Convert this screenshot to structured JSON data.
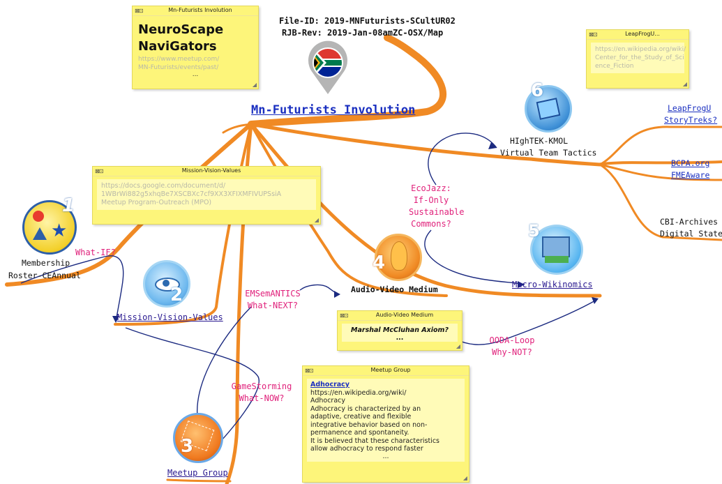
{
  "header": {
    "file_id": "File-ID:  2019-MNFuturists-SCultUR02",
    "rev": "RJB-Rev:  2019-Jan-08amZC-OSX/Map"
  },
  "central_topic": "Mn-Futurists Involution",
  "notes": {
    "neuroscape": {
      "title": "Mn-Futurists Involution",
      "heading_line1": "NeuroScape",
      "heading_line2": "NaviGators",
      "url_line1": "https://www.meetup.com/",
      "url_line2": "MN-Futurists/events/past/",
      "ellipsis": "..."
    },
    "leapfrog": {
      "title": "LeapFrogU...",
      "line1": "https://en.wikipedia.org/wiki/",
      "line2": "Center_for_the_Study_of_Sci",
      "line3": "ence_Fiction"
    },
    "mvv": {
      "title": "Mission-Vision-Values",
      "line1": "https://docs.google.com/document/d/",
      "line2": "1WBrWi882g5xhqBe7XSCBXc7cf9XX3XFIXMFIVUPSsiA",
      "line3": "Meetup Program-Outreach (MPO)"
    },
    "avm": {
      "title": "Audio-Video Medium",
      "text": "Marshal McCluhan Axiom?",
      "ellipsis": "..."
    },
    "meetup": {
      "title": "Meetup Group",
      "link": "Adhocracy",
      "lines": [
        "https://en.wikipedia.org/wiki/",
        "Adhocracy",
        "Adhocracy is characterized by an",
        "adaptive, creative and flexible",
        "integrative behavior based on non-",
        "permanence and spontaneity.",
        "It is believed that these characteristics",
        "allow adhocracy to respond faster"
      ],
      "ellipsis": "..."
    }
  },
  "topics": {
    "hightek_line1": "HIghTEK-KMOL",
    "hightek_line2": "Virtual Team Tactics",
    "leapfrog_line1": "LeapFrogU",
    "leapfrog_line2": "StoryTreks?",
    "bcpa_line1": "BCPA.org",
    "bcpa_line2": "FMEAware",
    "cbi_line1": "CBI-Archives",
    "cbi_line2": "Digital State",
    "macro": "Macro-Wikinomics",
    "avm": "Audio-Video Medium",
    "membership_line1": "Membership",
    "membership_line2": "Roster-CEAnnual",
    "mvv": "Mission-Vision-Values",
    "meetup": "Meetup Group"
  },
  "relations": {
    "ecojazz": [
      "EcoJazz:",
      "If-Only",
      "Sustainable",
      "Commons?"
    ],
    "whatif": "What-IF?",
    "emsem": [
      "EMSemANTICS",
      "What-NEXT?"
    ],
    "ooda": [
      "OODA-Loop",
      "Why-NOT?"
    ],
    "gamestorm": [
      "GameStorming",
      "What-NOW?"
    ]
  },
  "icon_numbers": {
    "membership": "1",
    "mvv": "2",
    "meetup": "3",
    "avm": "4",
    "macro": "5",
    "hightek": "6"
  },
  "colors": {
    "branch": "#f08a24",
    "note": "#fdf57a",
    "relation_text": "#e0217b",
    "relation_line": "#1b2a80",
    "link": "#1a2fc0"
  }
}
